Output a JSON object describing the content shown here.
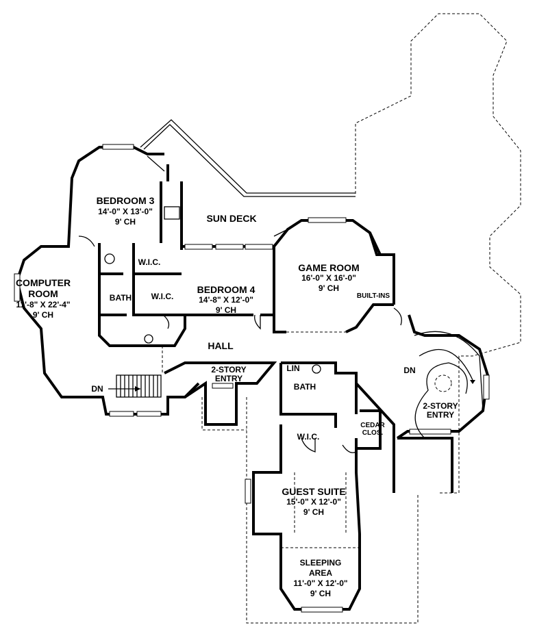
{
  "plan": {
    "rooms": {
      "bedroom3": {
        "name": "BEDROOM 3",
        "size": "14'-0\" X 13'-0\"",
        "ceiling": "9' CH"
      },
      "sun_deck": {
        "name": "SUN DECK"
      },
      "computer_room": {
        "name1": "COMPUTER",
        "name2": "ROOM",
        "size": "11'-8\" X 22'-4\"",
        "ceiling": "9' CH"
      },
      "bath1": {
        "name": "BATH"
      },
      "wic1": {
        "name": "W.I.C."
      },
      "wic2": {
        "name": "W.I.C."
      },
      "bedroom4": {
        "name": "BEDROOM 4",
        "size": "14'-8\" X 12'-0\"",
        "ceiling": "9' CH"
      },
      "game_room": {
        "name": "GAME ROOM",
        "size": "16'-0\" X 16'-0\"",
        "ceiling": "9' CH"
      },
      "built_ins": {
        "name": "BUILT-INS"
      },
      "hall": {
        "name": "HALL"
      },
      "entry_left": {
        "name1": "2-STORY",
        "name2": "ENTRY"
      },
      "stair_left": {
        "label": "DN"
      },
      "lin": {
        "name": "LIN"
      },
      "bath2": {
        "name": "BATH"
      },
      "stair_right": {
        "label": "DN"
      },
      "entry_right": {
        "name1": "2-STORY",
        "name2": "ENTRY"
      },
      "wic3": {
        "name": "W.I.C."
      },
      "cedar": {
        "name1": "CEDAR",
        "name2": "CLOS."
      },
      "guest_suite": {
        "name": "GUEST SUITE",
        "size": "15'-0\" X 12'-0\"",
        "ceiling": "9' CH"
      },
      "sleeping": {
        "name1": "SLEEPING",
        "name2": "AREA",
        "size": "11'-0\" X 12'-0\"",
        "ceiling": "9' CH"
      }
    }
  }
}
